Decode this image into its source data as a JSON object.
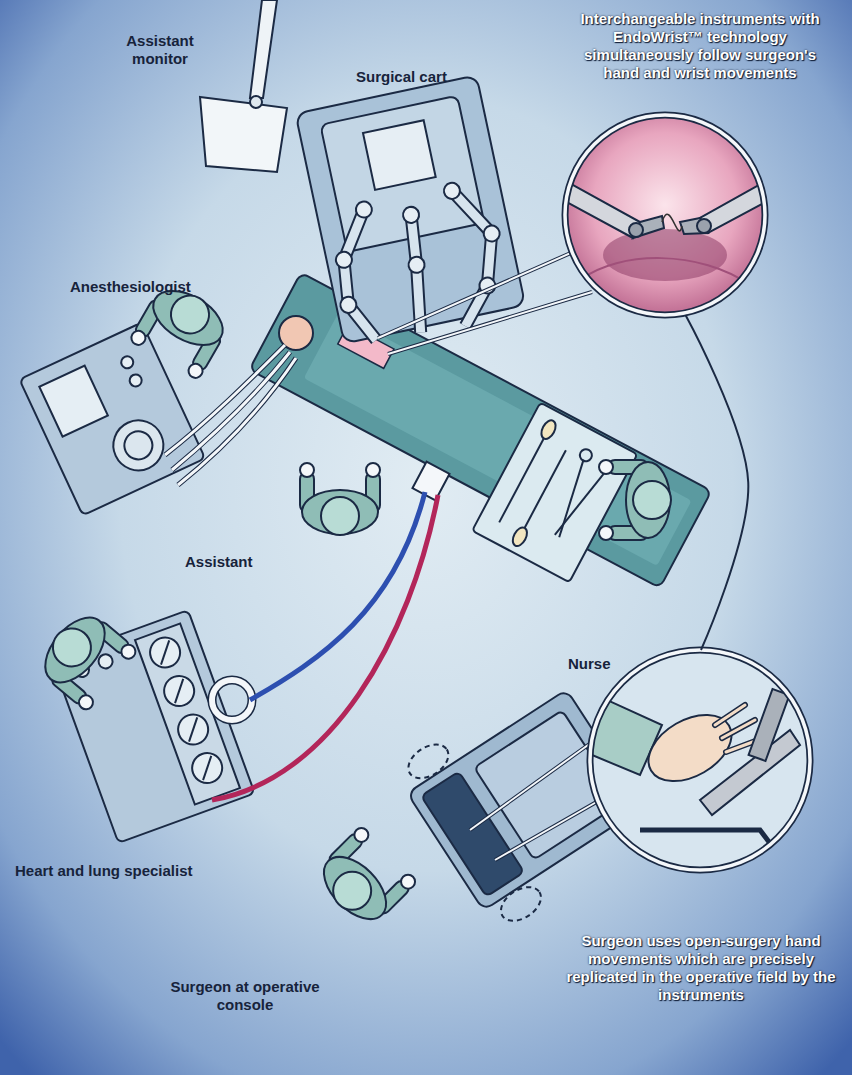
{
  "diagram": {
    "nodes": [
      {
        "text": [
          "Interchangeable instruments with EndoWrist™ technology simultaneously follow surgeon's hand and wrist movements"
        ]
      },
      {
        "text": [
          "Surgeon uses open-surgery hand movements which are precisely replicated in the operative field by the instruments"
        ]
      }
    ],
    "edges": [
      {
        "from": 0,
        "to": 1,
        "arrow": "none"
      }
    ],
    "labels": [
      "Assistant monitor",
      "Surgical cart",
      "Anesthesiologist",
      "Assistant",
      "Nurse",
      "Heart and lung specialist",
      "Surgeon at operative console"
    ]
  }
}
